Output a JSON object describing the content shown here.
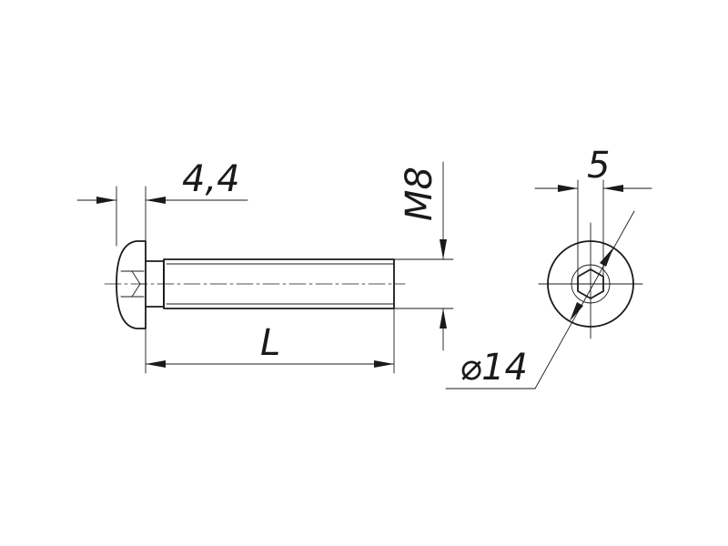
{
  "drawing": {
    "dimensions": {
      "head_height": "4,4",
      "thread": "M8",
      "length": "L",
      "head_diameter": "⌀14",
      "hex_socket": "5"
    }
  }
}
